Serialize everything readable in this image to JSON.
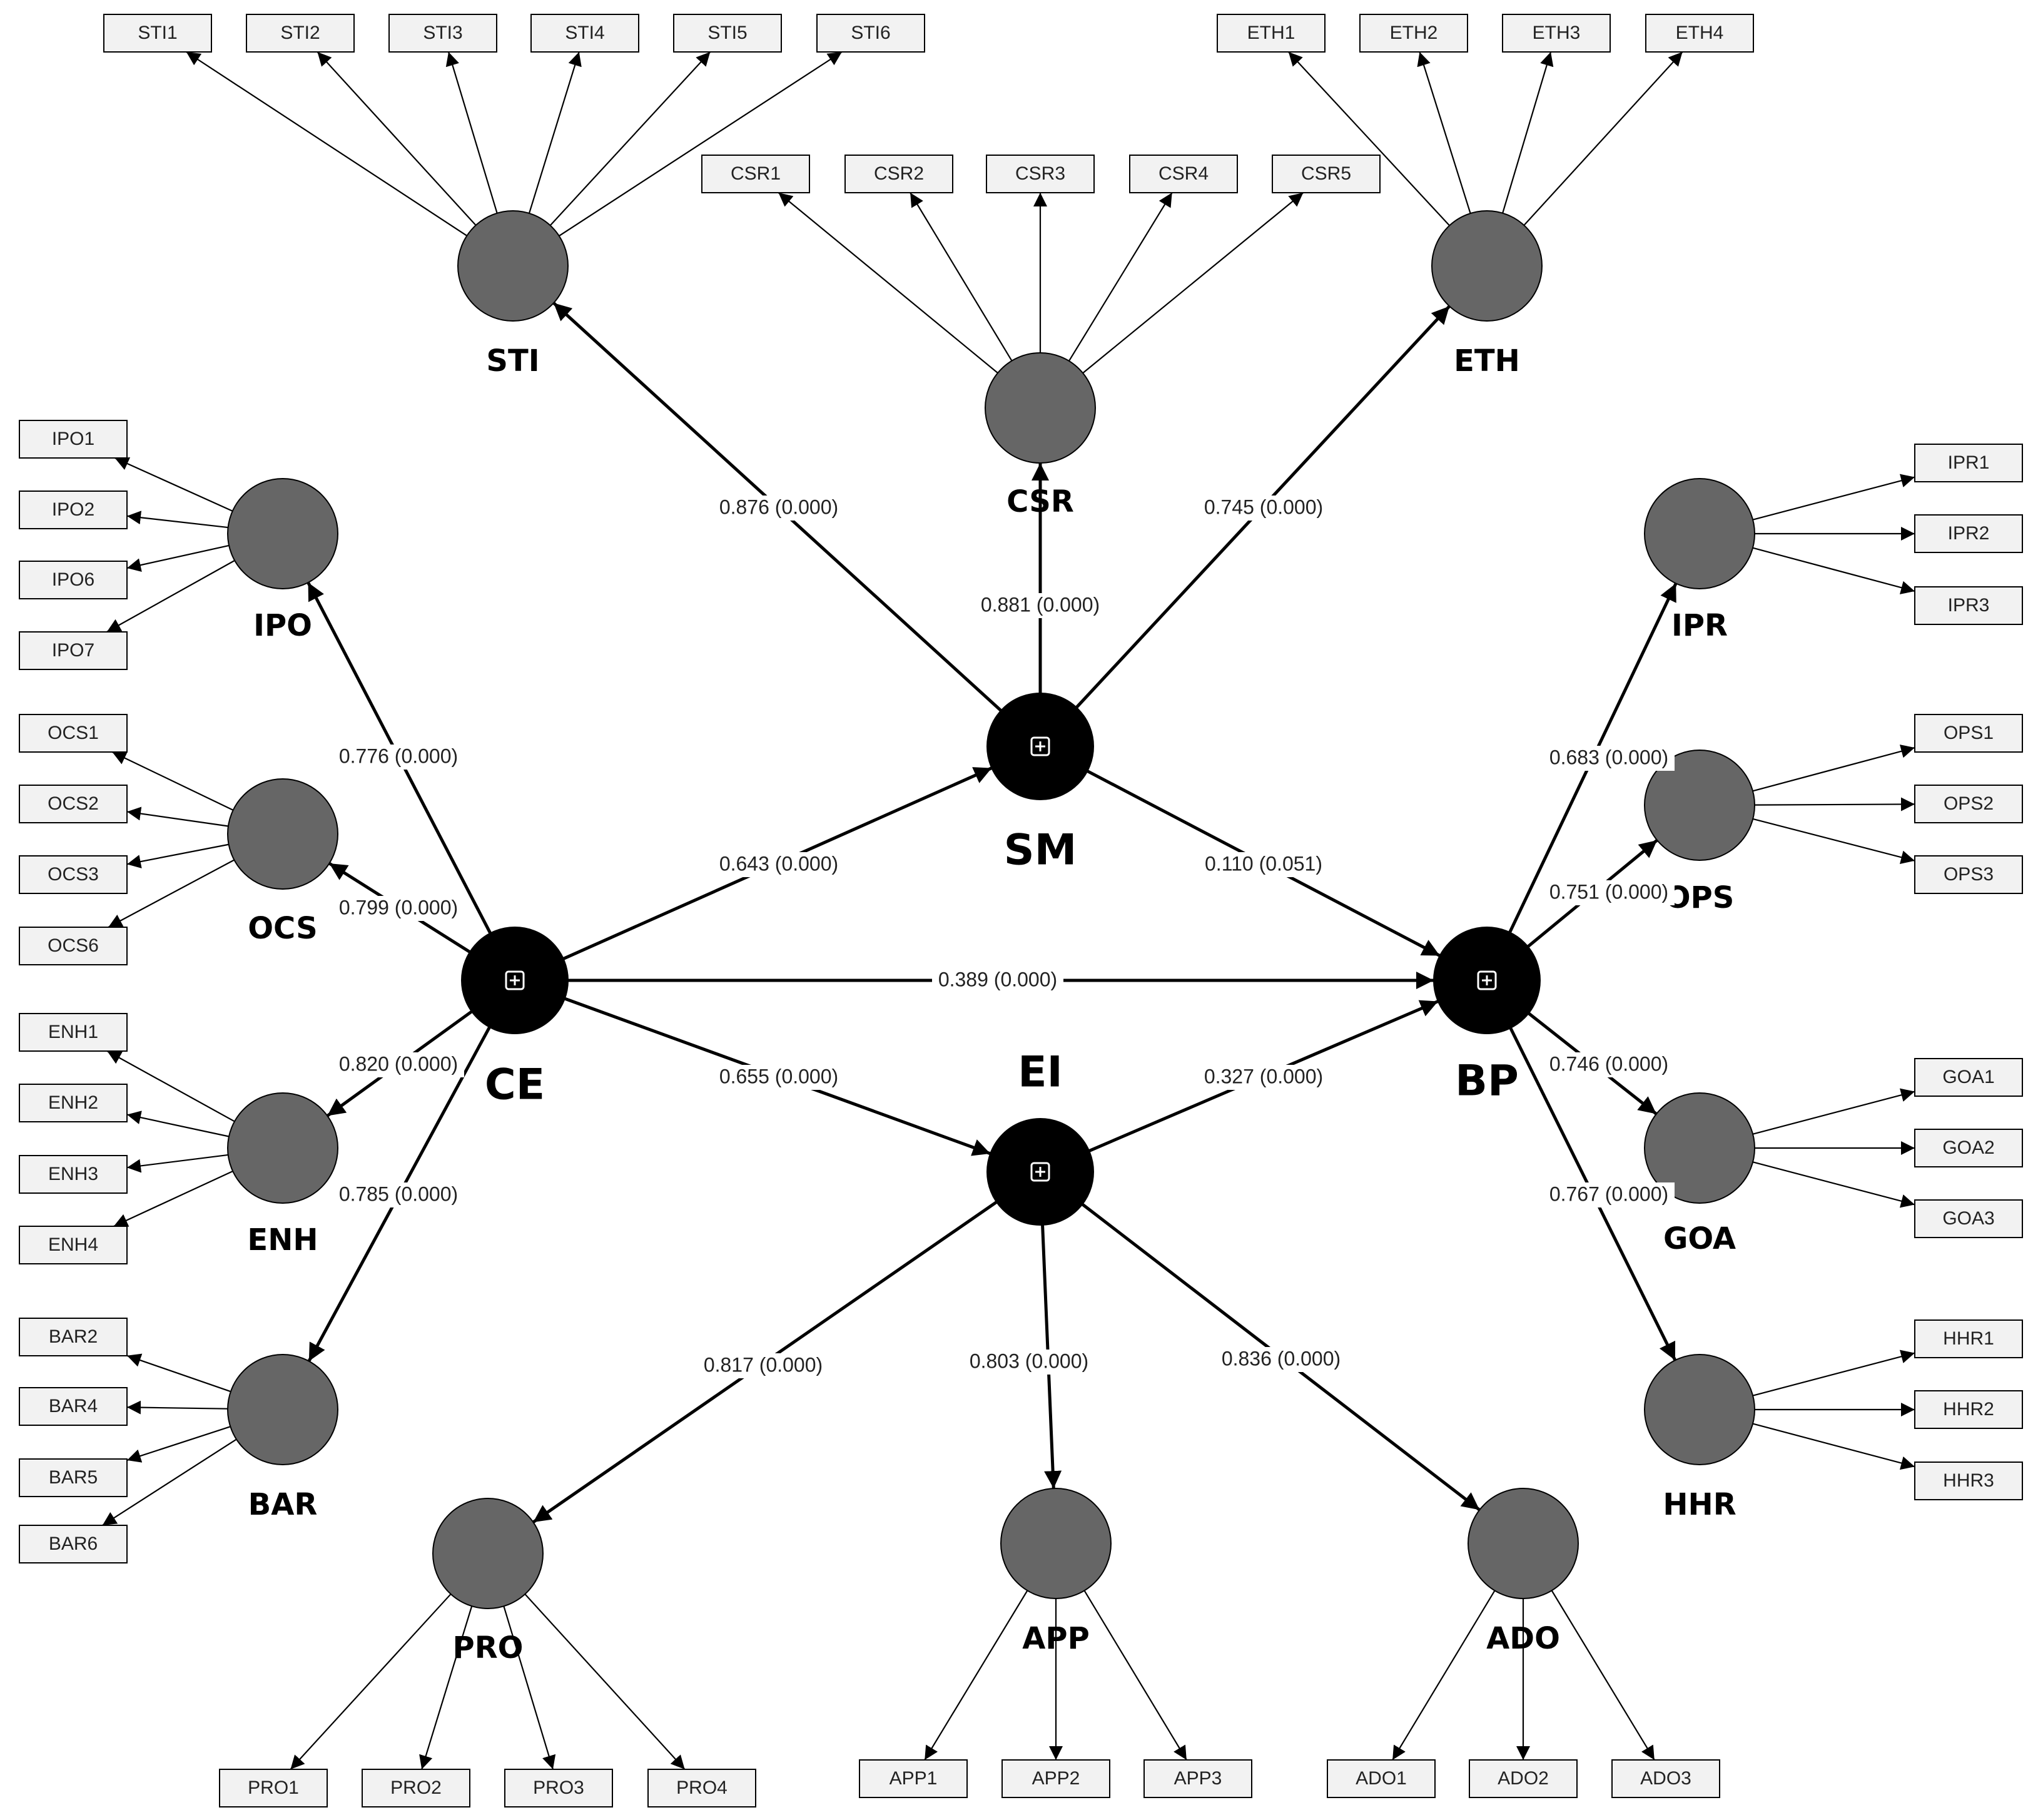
{
  "latent_variables": [
    {
      "id": "STI",
      "label": "STI",
      "type": "first-order"
    },
    {
      "id": "CSR",
      "label": "CSR",
      "type": "first-order"
    },
    {
      "id": "ETH",
      "label": "ETH",
      "type": "first-order"
    },
    {
      "id": "IPO",
      "label": "IPO",
      "type": "first-order"
    },
    {
      "id": "OCS",
      "label": "OCS",
      "type": "first-order"
    },
    {
      "id": "ENH",
      "label": "ENH",
      "type": "first-order"
    },
    {
      "id": "BAR",
      "label": "BAR",
      "type": "first-order"
    },
    {
      "id": "SM",
      "label": "SM",
      "type": "higher-order"
    },
    {
      "id": "CE",
      "label": "CE",
      "type": "higher-order"
    },
    {
      "id": "EI",
      "label": "EI",
      "type": "higher-order"
    },
    {
      "id": "BP",
      "label": "BP",
      "type": "higher-order"
    },
    {
      "id": "IPR",
      "label": "IPR",
      "type": "first-order"
    },
    {
      "id": "OPS",
      "label": "OPS",
      "type": "first-order"
    },
    {
      "id": "GOA",
      "label": "GOA",
      "type": "first-order"
    },
    {
      "id": "HHR",
      "label": "HHR",
      "type": "first-order"
    },
    {
      "id": "PRO",
      "label": "PRO",
      "type": "first-order"
    },
    {
      "id": "APP",
      "label": "APP",
      "type": "first-order"
    },
    {
      "id": "ADO",
      "label": "ADO",
      "type": "first-order"
    }
  ],
  "indicators": {
    "STI": [
      "STI1",
      "STI2",
      "STI3",
      "STI4",
      "STI5",
      "STI6"
    ],
    "CSR": [
      "CSR1",
      "CSR2",
      "CSR3",
      "CSR4",
      "CSR5"
    ],
    "ETH": [
      "ETH1",
      "ETH2",
      "ETH3",
      "ETH4"
    ],
    "IPO": [
      "IPO1",
      "IPO2",
      "IPO6",
      "IPO7"
    ],
    "OCS": [
      "OCS1",
      "OCS2",
      "OCS3",
      "OCS6"
    ],
    "ENH": [
      "ENH1",
      "ENH2",
      "ENH3",
      "ENH4"
    ],
    "BAR": [
      "BAR2",
      "BAR4",
      "BAR5",
      "BAR6"
    ],
    "IPR": [
      "IPR1",
      "IPR2",
      "IPR3"
    ],
    "OPS": [
      "OPS1",
      "OPS2",
      "OPS3"
    ],
    "GOA": [
      "GOA1",
      "GOA2",
      "GOA3"
    ],
    "HHR": [
      "HHR1",
      "HHR2",
      "HHR3"
    ],
    "PRO": [
      "PRO1",
      "PRO2",
      "PRO3",
      "PRO4"
    ],
    "APP": [
      "APP1",
      "APP2",
      "APP3"
    ],
    "ADO": [
      "ADO1",
      "ADO2",
      "ADO3"
    ]
  },
  "paths": [
    {
      "from": "SM",
      "to": "STI",
      "label": "0.876 (0.000)"
    },
    {
      "from": "SM",
      "to": "CSR",
      "label": "0.881 (0.000)"
    },
    {
      "from": "SM",
      "to": "ETH",
      "label": "0.745 (0.000)"
    },
    {
      "from": "CE",
      "to": "IPO",
      "label": "0.776 (0.000)"
    },
    {
      "from": "CE",
      "to": "OCS",
      "label": "0.799 (0.000)"
    },
    {
      "from": "CE",
      "to": "ENH",
      "label": "0.820 (0.000)"
    },
    {
      "from": "CE",
      "to": "BAR",
      "label": "0.785 (0.000)"
    },
    {
      "from": "CE",
      "to": "SM",
      "label": "0.643 (0.000)"
    },
    {
      "from": "SM",
      "to": "BP",
      "label": "0.110 (0.051)"
    },
    {
      "from": "CE",
      "to": "BP",
      "label": "0.389 (0.000)"
    },
    {
      "from": "CE",
      "to": "EI",
      "label": "0.655 (0.000)"
    },
    {
      "from": "EI",
      "to": "BP",
      "label": "0.327 (0.000)"
    },
    {
      "from": "BP",
      "to": "IPR",
      "label": "0.683 (0.000)"
    },
    {
      "from": "BP",
      "to": "OPS",
      "label": "0.751 (0.000)"
    },
    {
      "from": "BP",
      "to": "GOA",
      "label": "0.746 (0.000)"
    },
    {
      "from": "BP",
      "to": "HHR",
      "label": "0.767 (0.000)"
    },
    {
      "from": "EI",
      "to": "PRO",
      "label": "0.817 (0.000)"
    },
    {
      "from": "EI",
      "to": "APP",
      "label": "0.803 (0.000)"
    },
    {
      "from": "EI",
      "to": "ADO",
      "label": "0.836 (0.000)"
    }
  ]
}
